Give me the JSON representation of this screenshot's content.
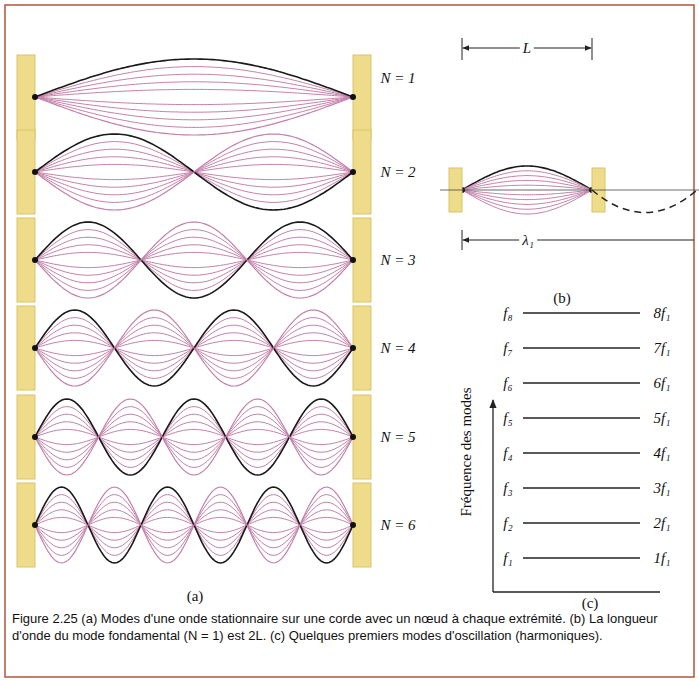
{
  "diagram": {
    "caption": "Figure 2.25 (a) Modes d'une onde stationnaire sur une corde avec un nœud à chaque extrémité. (b) La longueur d'onde du mode fondamental (N = 1) est 2L. (c) Quelques premiers modes d'oscillation (harmoniques).",
    "labels": [
      "N = 1",
      "N = 2",
      "N = 3",
      "N = 4",
      "N = 5",
      "N = 6",
      "L",
      "λ₁",
      "(b)",
      "f₈",
      "f₇",
      "f₆",
      "f₅",
      "f₄",
      "f₃",
      "f₂",
      "f₁",
      "8f₁",
      "7f₁",
      "6f₁",
      "5f₁",
      "4f₁",
      "3f₁",
      "2f₁",
      "1f₁",
      "Fréquence des modes",
      "(a)",
      "(c)"
    ]
  }
}
